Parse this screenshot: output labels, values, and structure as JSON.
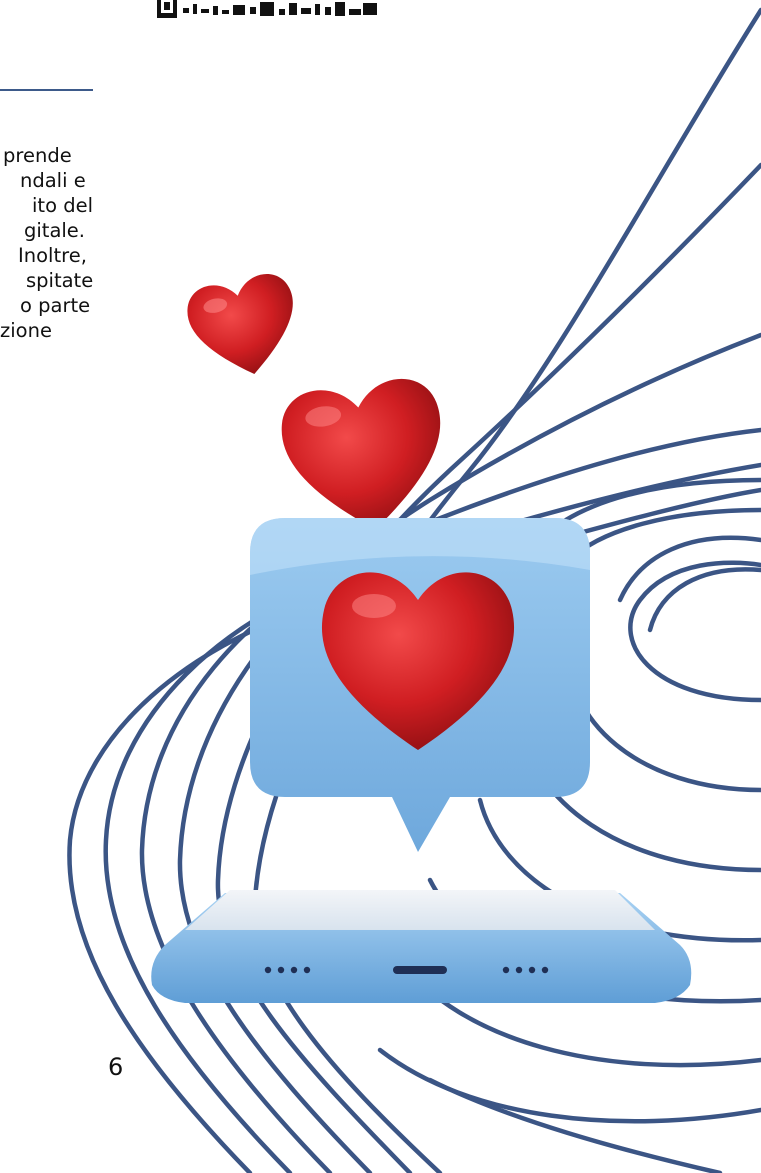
{
  "text": {
    "lines": [
      "prende",
      "ndali e",
      "ito  del",
      "gitale.",
      "Inoltre,",
      "spitate",
      "o parte",
      "zione"
    ]
  },
  "page_number": "6",
  "colors": {
    "contour_lines": "#3b5585",
    "bubble": "#7fb6e4",
    "heart": "#d01e22",
    "phone_body": "#8cc0ea",
    "phone_screen": "#e8eef4"
  },
  "icons": [
    "qr-code-icon",
    "heart-icon",
    "like-bubble-icon",
    "smartphone-icon"
  ]
}
